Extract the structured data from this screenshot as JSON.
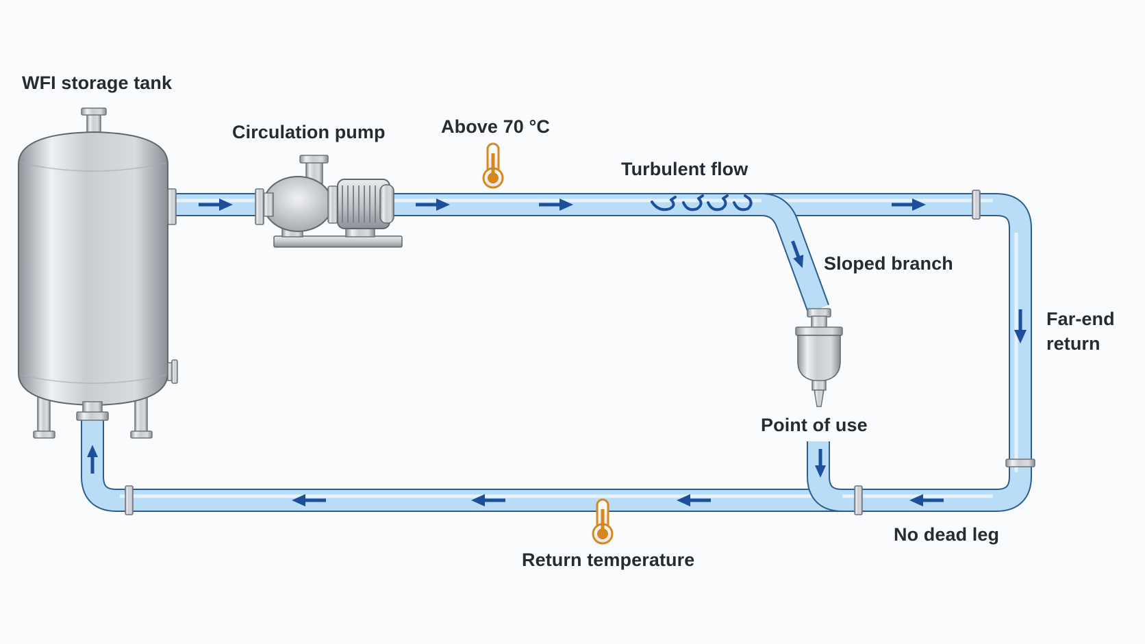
{
  "labels": {
    "tank": "WFI storage tank",
    "pump": "Circulation pump",
    "temp_high": "Above 70 °C",
    "turbulent": "Turbulent flow",
    "sloped_branch": "Sloped branch",
    "far_end_line1": "Far-end",
    "far_end_line2": "return",
    "point_of_use": "Point of use",
    "no_dead_leg": "No dead leg",
    "return_temp": "Return temperature"
  },
  "icons": {
    "tank": "storage-tank-icon",
    "pump": "centrifugal-pump-icon",
    "thermometer": "thermometer-icon",
    "valve": "point-of-use-valve-icon",
    "arrow": "flow-arrow-icon",
    "turbulence": "turbulence-swirl-icon"
  },
  "colors": {
    "pipe_fill": "#b9dcf7",
    "pipe_edge": "#2d5c8c",
    "arrow": "#1e4f9a",
    "thermometer": "#d7871e",
    "steel_dark": "#8f949a",
    "steel_light": "#eef0f2",
    "text": "#262a33"
  }
}
